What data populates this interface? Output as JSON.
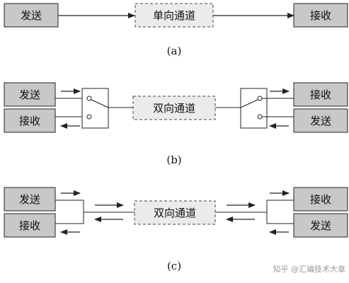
{
  "colors": {
    "box_fill": "#c8c8c8",
    "channel_fill": "#ebebeb",
    "line": "#222222",
    "watermark": "#9a9a9a"
  },
  "a": {
    "send": "发送",
    "channel": "单向通道",
    "recv": "接收",
    "caption": "(a)"
  },
  "b": {
    "left_top": "发送",
    "left_bottom": "接收",
    "channel": "双向通道",
    "right_top": "接收",
    "right_bottom": "发送",
    "caption": "(b)"
  },
  "c": {
    "left_top": "发送",
    "left_bottom": "接收",
    "channel": "双向通道",
    "right_top": "接收",
    "right_bottom": "发送",
    "caption": "(c)"
  },
  "watermark": "知乎 @汇编技术大章"
}
